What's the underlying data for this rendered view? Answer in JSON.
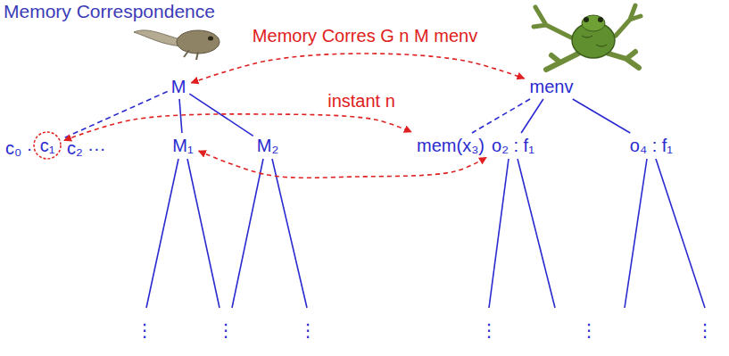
{
  "diagram": {
    "title": "Memory Correspondence",
    "nodes": [
      {
        "text": [
          "M"
        ]
      },
      {
        "text": [
          "c₁"
        ]
      },
      {
        "text": [
          "M₁"
        ]
      },
      {
        "text": [
          "M₂"
        ]
      },
      {
        "text": [
          "menv"
        ]
      },
      {
        "text": [
          "mem(x₃)"
        ]
      },
      {
        "text": [
          "o₂ : f₁"
        ]
      },
      {
        "text": [
          "o₄ : f₁"
        ]
      }
    ],
    "edges": [
      {
        "from": 0,
        "to": 1,
        "arrow": "none"
      },
      {
        "from": 0,
        "to": 2,
        "arrow": "none"
      },
      {
        "from": 0,
        "to": 3,
        "arrow": "none"
      },
      {
        "from": 4,
        "to": 5,
        "arrow": "none"
      },
      {
        "from": 4,
        "to": 6,
        "arrow": "none"
      },
      {
        "from": 4,
        "to": 7,
        "arrow": "none"
      },
      {
        "from": 0,
        "to": 4,
        "label": "Memory Corres G n M menv",
        "arrow": "both"
      },
      {
        "from": 1,
        "to": 5,
        "label": "instant n",
        "arrow": "both"
      },
      {
        "from": 2,
        "to": 6,
        "arrow": "both"
      }
    ],
    "labels": [
      "c₀ ·",
      "c₂ ···",
      "⋮",
      "⋮",
      "⋮",
      "⋮",
      "⋮",
      "⋮"
    ]
  }
}
